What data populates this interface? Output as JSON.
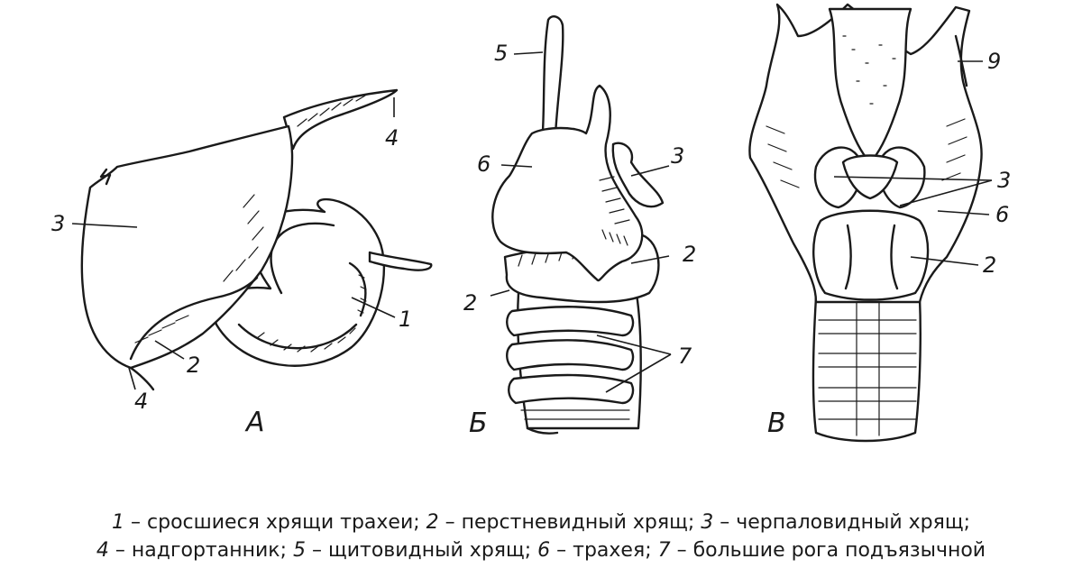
{
  "panels": [
    {
      "letter": "А",
      "labels": [
        "3",
        "4",
        "2",
        "4",
        "1"
      ]
    },
    {
      "letter": "Б",
      "labels": [
        "5",
        "6",
        "3",
        "2",
        "2",
        "7"
      ]
    },
    {
      "letter": "В",
      "labels": [
        "9",
        "3",
        "6",
        "2"
      ]
    }
  ],
  "caption": {
    "line1": [
      {
        "num": "1",
        "text": " – сросшиеся хрящи трахеи; "
      },
      {
        "num": "2",
        "text": " – перстневидный хрящ; "
      },
      {
        "num": "3",
        "text": " – черпаловидный хрящ;"
      }
    ],
    "line2": [
      {
        "num": "4",
        "text": " – надгортанник; "
      },
      {
        "num": "5",
        "text": " – щитовидный хрящ; "
      },
      {
        "num": "6",
        "text": " – трахея; "
      },
      {
        "num": "7",
        "text": " – большие рога подъязычной"
      }
    ]
  }
}
